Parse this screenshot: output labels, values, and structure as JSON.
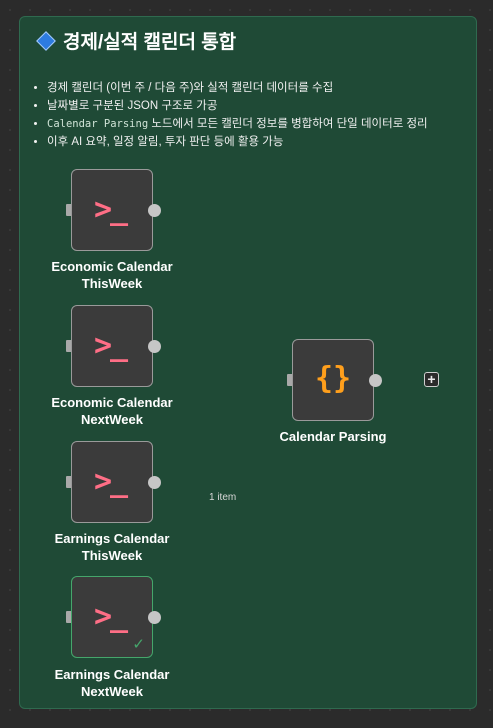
{
  "sticky": {
    "title": "경제/실적 캘린더 통합",
    "bullets": [
      {
        "pre": "",
        "code": "",
        "post": "경제 캘린더 (이번 주 / 다음 주)와 실적 캘린더 데이터를 수집"
      },
      {
        "pre": "",
        "code": "",
        "post": "날짜별로 구분된 JSON 구조로 가공"
      },
      {
        "pre": "",
        "code": "Calendar Parsing",
        "post": " 노드에서 모든 캘린더 정보를 병합하여 단일 데이터로 정리"
      },
      {
        "pre": "",
        "code": "",
        "post": "이후 AI 요약, 일정 알림, 투자 판단 등에 활용 가능"
      }
    ]
  },
  "nodes": {
    "n1": {
      "line1": "Economic Calendar",
      "line2": "ThisWeek",
      "icon": "terminal-icon"
    },
    "n2": {
      "line1": "Economic Calendar",
      "line2": "NextWeek",
      "icon": "terminal-icon"
    },
    "n3": {
      "line1": "Earnings Calendar",
      "line2": "ThisWeek",
      "icon": "terminal-icon"
    },
    "n4": {
      "line1": "Earnings Calendar",
      "line2": "NextWeek",
      "icon": "terminal-icon",
      "status": "success"
    },
    "parse": {
      "line1": "Calendar Parsing",
      "icon": "braces-icon"
    }
  },
  "icons": {
    "terminal": ">_",
    "braces": "{}",
    "check": "✓",
    "plus": "+"
  },
  "edge_label": "1 item",
  "colors": {
    "canvas": "#2b2b2b",
    "sticky": "#1f4a36",
    "success": "#45a66b",
    "terminal_icon": "#ff6e86",
    "braces_icon": "#ff9f1c",
    "diamond": "#2d7be0"
  }
}
